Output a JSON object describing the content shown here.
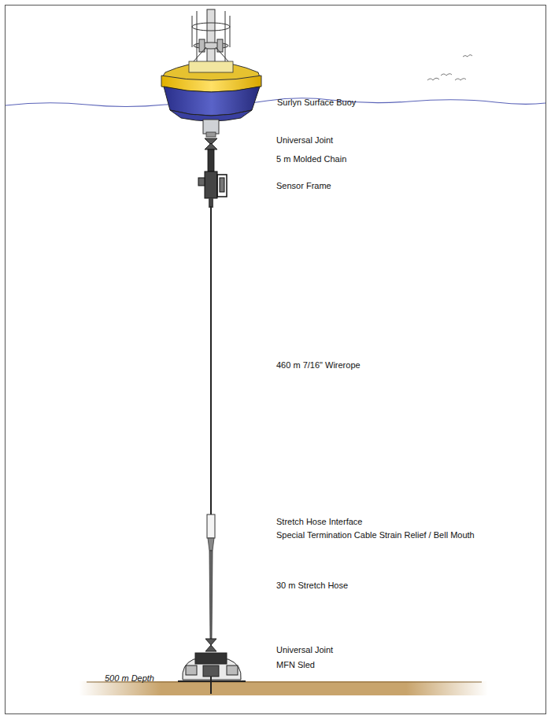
{
  "diagram": {
    "labels": [
      "Surlyn Surface Buoy",
      "Universal Joint",
      "5 m Molded Chain",
      "Sensor Frame",
      "460 m 7/16\" Wirerope",
      "Stretch Hose Interface",
      "Special Termination Cable Strain Relief / Bell Mouth",
      "30 m Stretch Hose",
      "Universal Joint",
      "MFN Sled",
      "500 m Depth"
    ]
  }
}
